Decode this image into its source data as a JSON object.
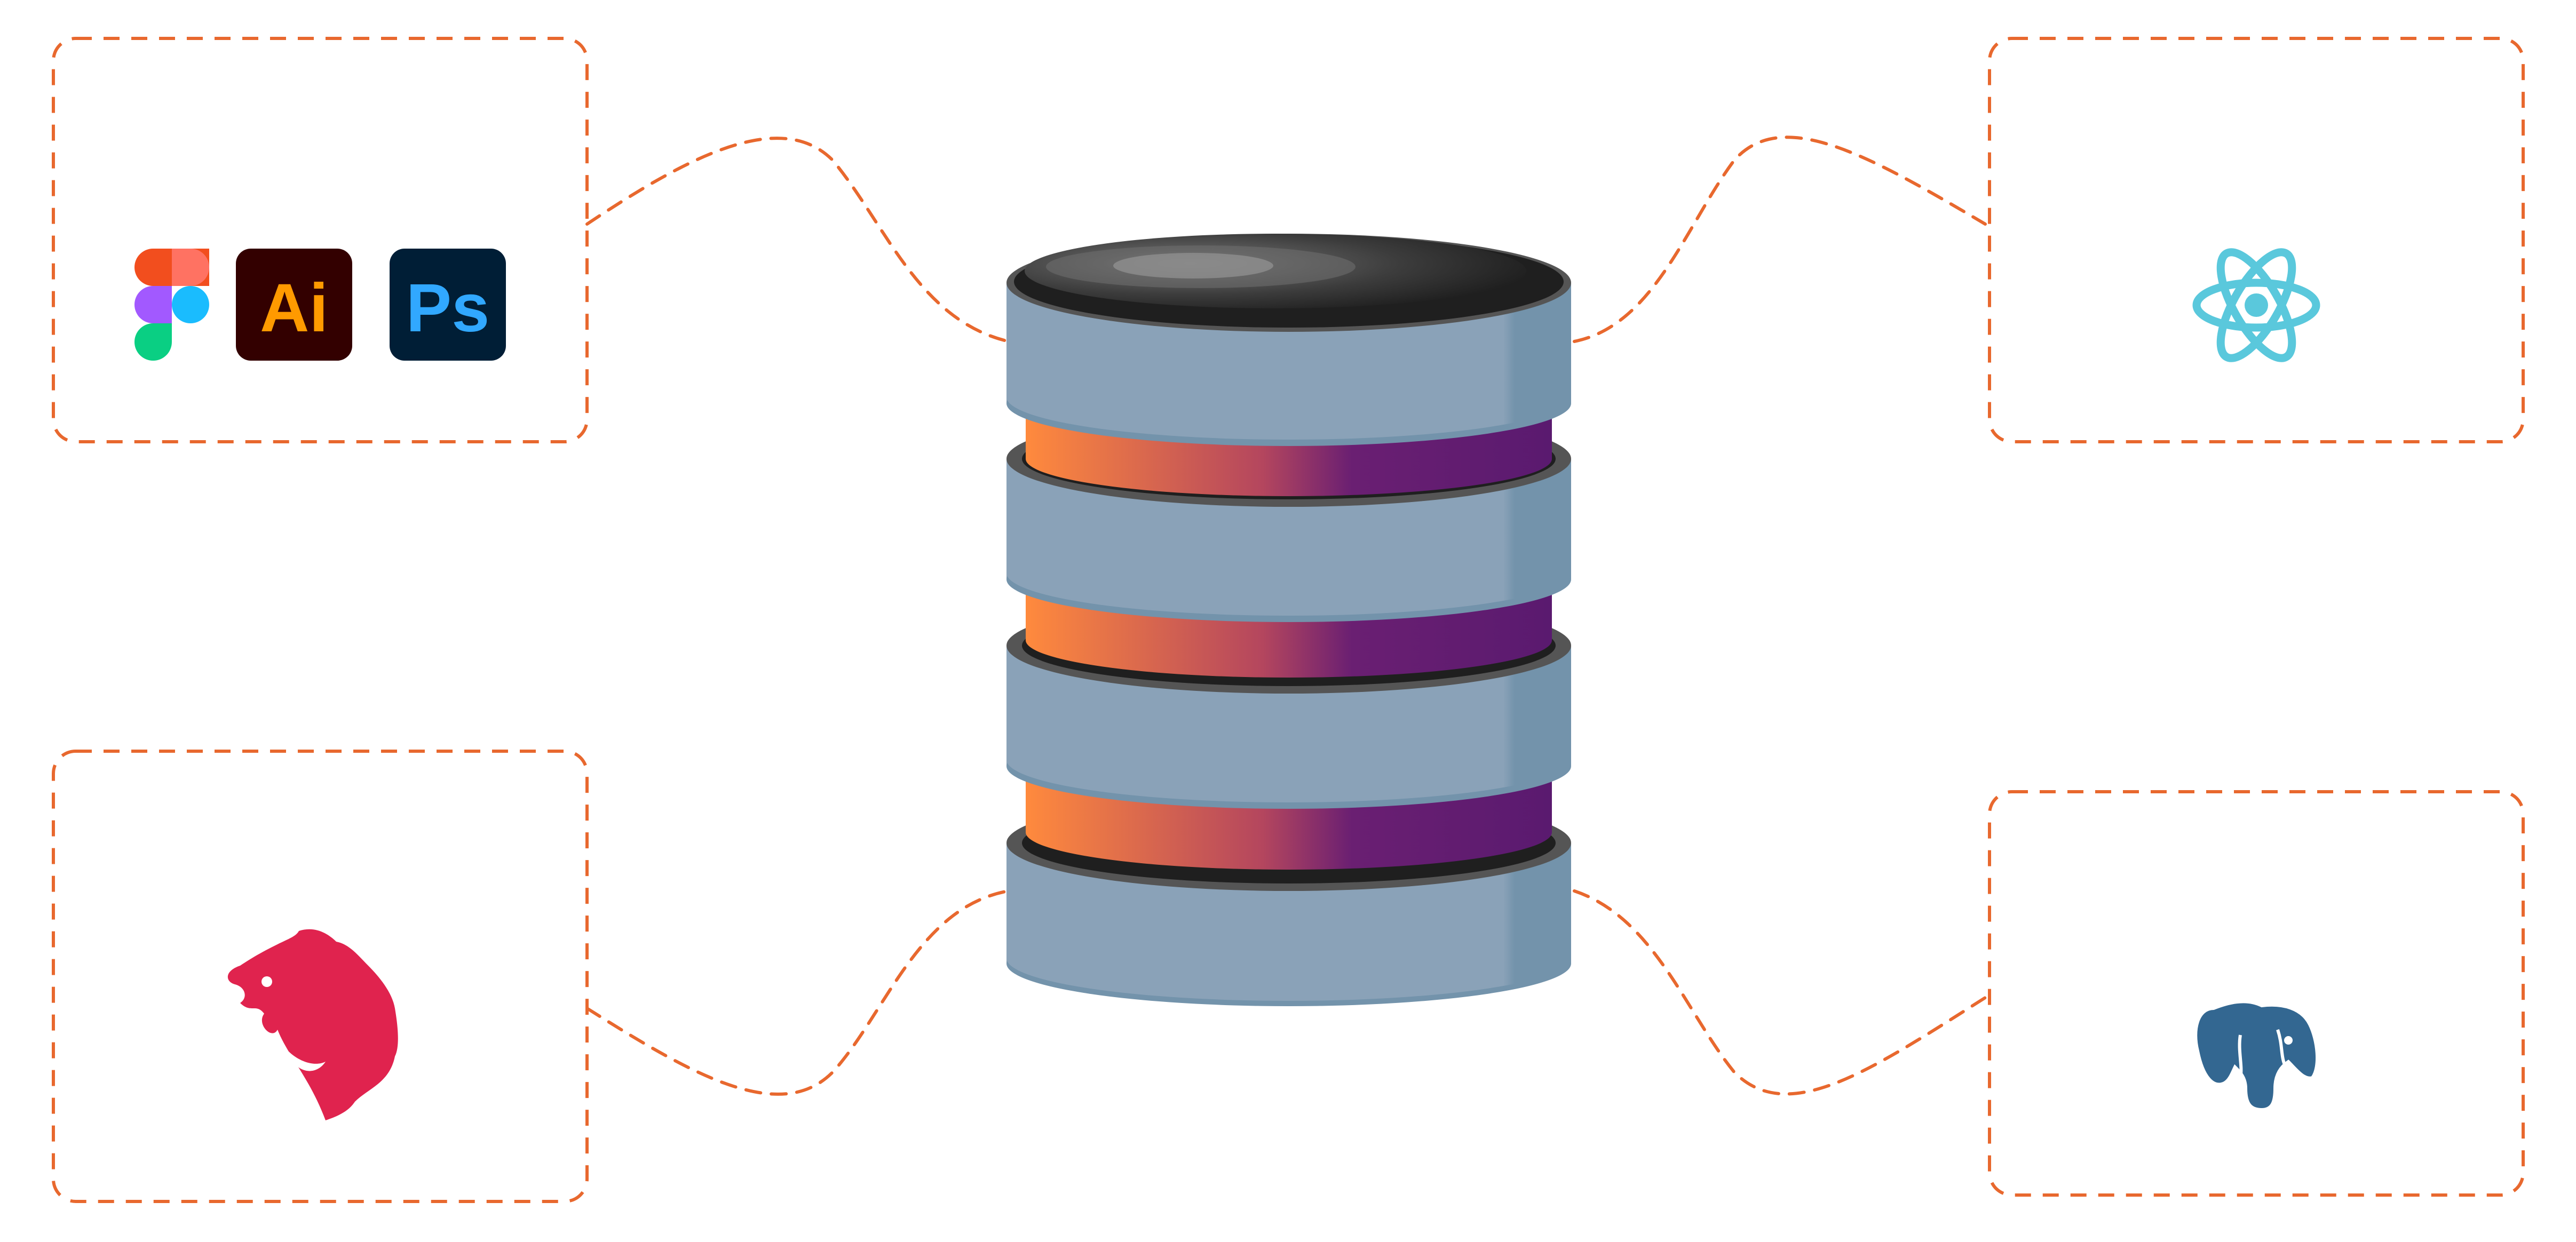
{
  "diagram": {
    "accent_color": "#e8682e",
    "center": {
      "name": "database",
      "disk_color": "#8aa2b8",
      "disk_shadow_color": "#6f8fa8",
      "top_color": "#2b2b2b",
      "band_gradient": [
        "#ff8a3d",
        "#b4465e",
        "#5a1a6f"
      ]
    },
    "nodes": {
      "design_tools": {
        "items": [
          {
            "icon": "figma-icon"
          },
          {
            "icon": "illustrator-icon",
            "label": "Ai",
            "bg": "#330000",
            "fg": "#ff9a00"
          },
          {
            "icon": "photoshop-icon",
            "label": "Ps",
            "bg": "#001e36",
            "fg": "#31a8ff"
          }
        ]
      },
      "frontend": {
        "icon": "react-icon",
        "color": "#5ac8dc"
      },
      "backend": {
        "icon": "nestjs-icon",
        "color": "#e0234e"
      },
      "database_engine": {
        "icon": "postgresql-icon",
        "color": "#336791"
      }
    }
  }
}
